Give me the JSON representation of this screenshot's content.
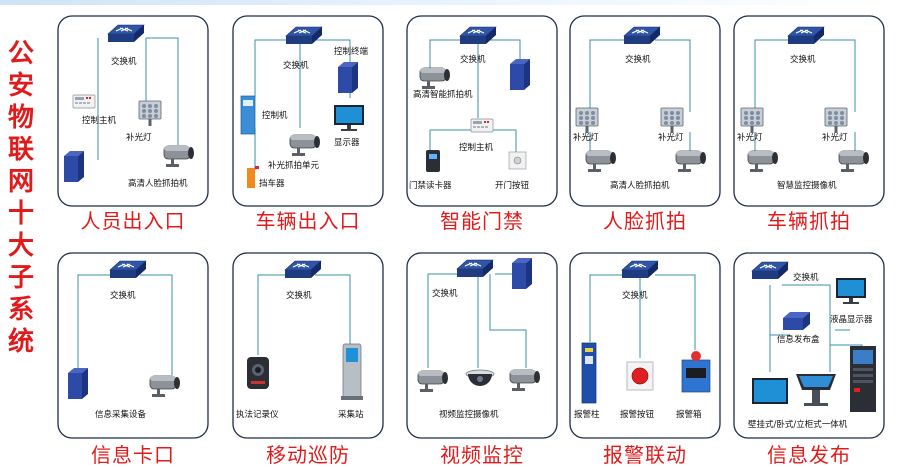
{
  "title": [
    "公",
    "安",
    "物",
    "联",
    "网",
    "十",
    "大",
    "子",
    "系",
    "统"
  ],
  "panels": [
    {
      "caption": "人员出入口",
      "labels": {
        "switch": "交换机",
        "controller": "控制主机",
        "fill_light": "补光灯",
        "face_camera": "高清人脸抓拍机"
      }
    },
    {
      "caption": "车辆出入口",
      "labels": {
        "switch": "交换机",
        "control_terminal": "控制终端",
        "controller": "控制机",
        "display": "显示器",
        "capture_unit": "补光抓拍单元",
        "barrier": "挡车器"
      }
    },
    {
      "caption": "智能门禁",
      "labels": {
        "switch": "交换机",
        "hd_camera": "高清智能抓拍机",
        "controller": "控制主机",
        "card_reader": "门禁读卡器",
        "exit_button": "开门按钮"
      }
    },
    {
      "caption": "人脸抓拍",
      "labels": {
        "switch": "交换机",
        "fill_light_l": "补光灯",
        "fill_light_r": "补光灯",
        "face_camera": "高清人脸抓拍机"
      }
    },
    {
      "caption": "车辆抓拍",
      "labels": {
        "switch": "交换机",
        "fill_light_l": "补光灯",
        "fill_light_r": "补光灯",
        "vehicle_camera": "智慧监控摄像机"
      }
    },
    {
      "caption": "信息卡口",
      "labels": {
        "switch": "交换机",
        "collector": "信息采集设备"
      }
    },
    {
      "caption": "移动巡防",
      "labels": {
        "switch": "交换机",
        "recorder": "执法记录仪",
        "station": "采集站"
      }
    },
    {
      "caption": "视频监控",
      "labels": {
        "switch": "交换机",
        "camera": "视频监控摄像机"
      }
    },
    {
      "caption": "报警联动",
      "labels": {
        "switch": "交换机",
        "pillar": "报警柱",
        "button": "报警按钮",
        "box": "报警箱"
      }
    },
    {
      "caption": "信息发布",
      "labels": {
        "switch": "交换机",
        "lcd": "液晶显示器",
        "publisher": "信息发布盒",
        "terminals": "壁挂式/卧式/立柜式一体机"
      }
    }
  ]
}
